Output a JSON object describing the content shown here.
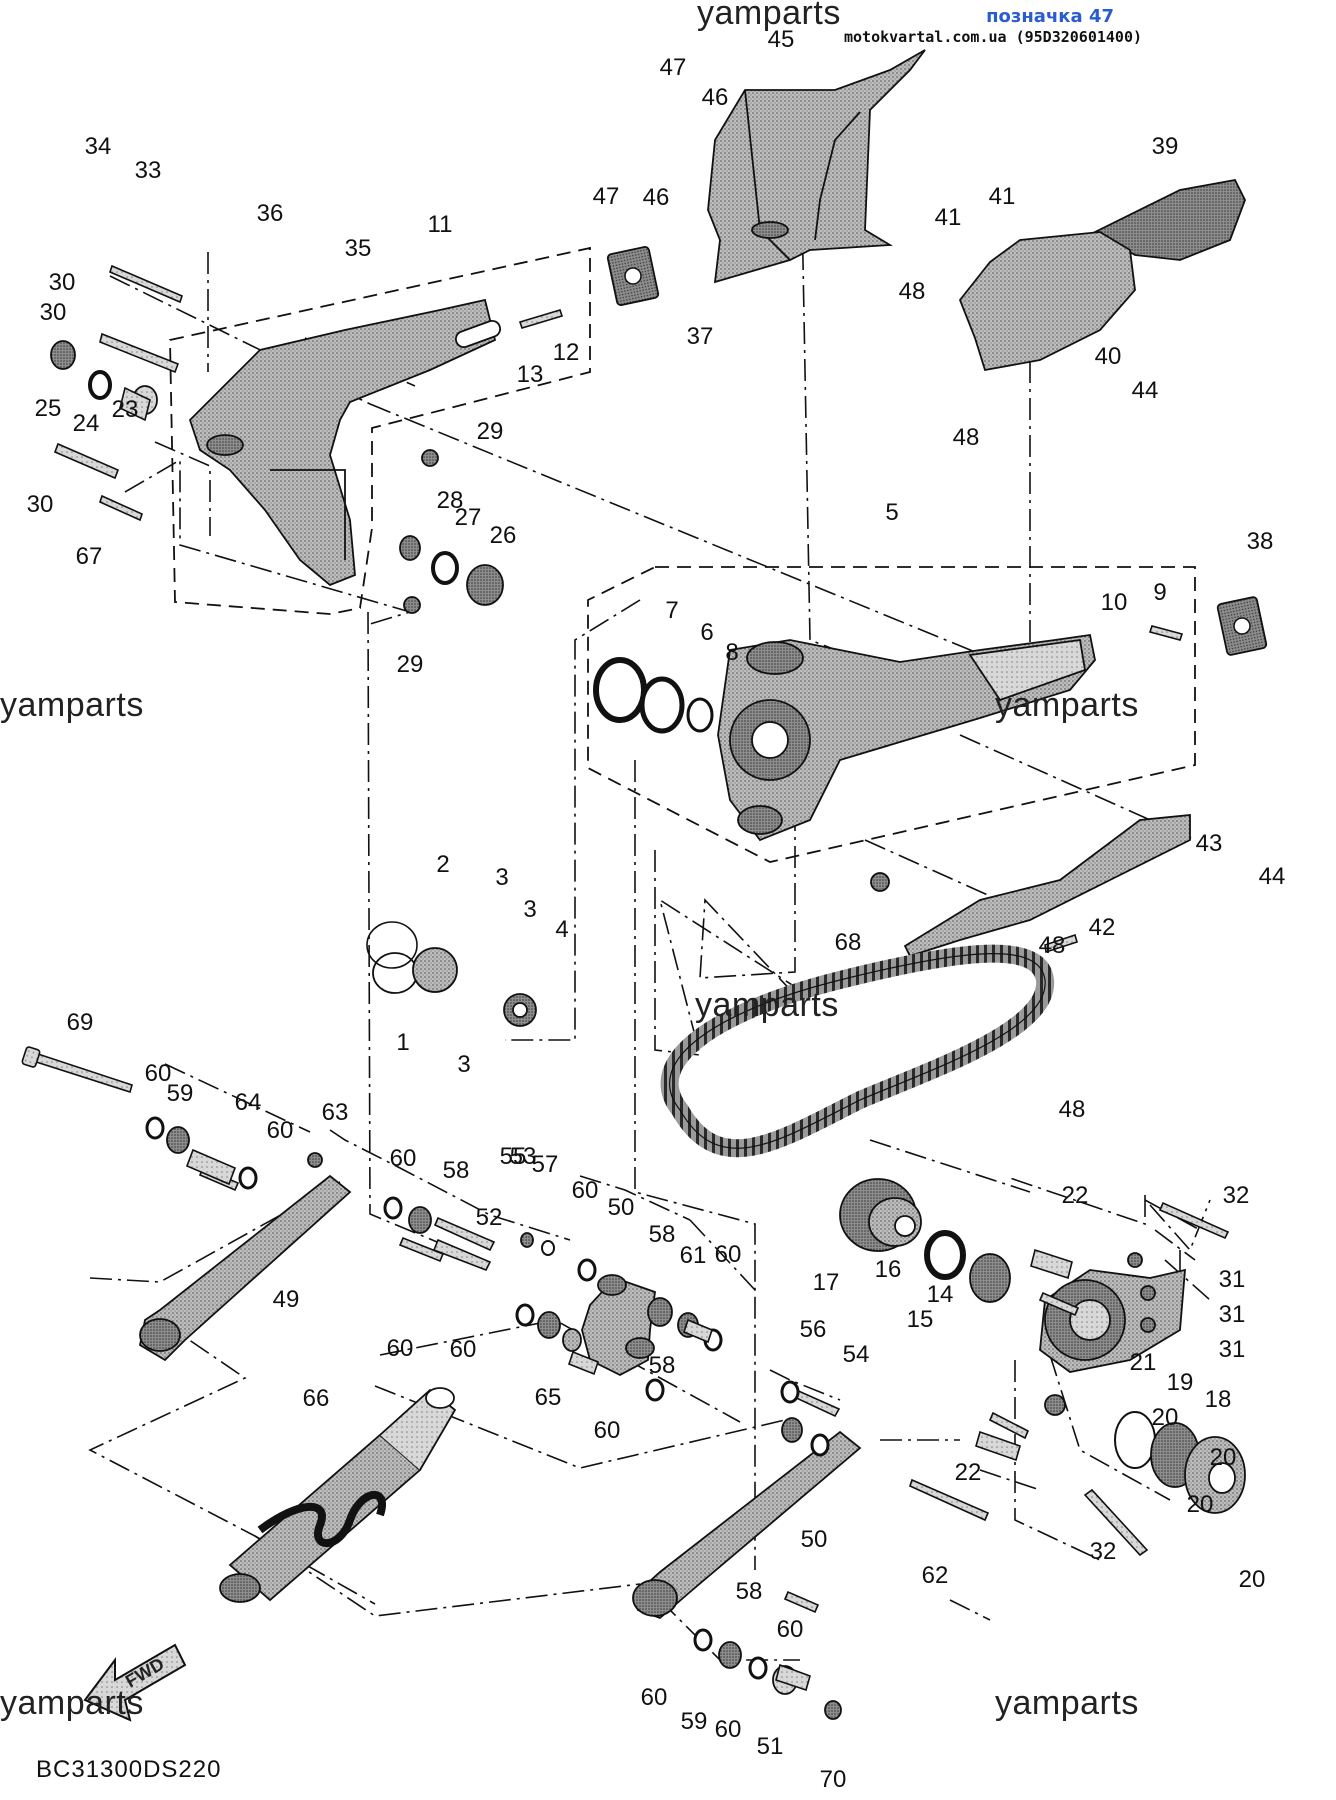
{
  "header": {
    "label": "позначка 47",
    "source": "motokvartal.com.ua (95D320601400)"
  },
  "watermark": "yamparts",
  "diagram_code": "BC31300DS220",
  "fwd_label": "FWD",
  "parts": [
    {
      "n": "1"
    },
    {
      "n": "2"
    },
    {
      "n": "3"
    },
    {
      "n": "3"
    },
    {
      "n": "3"
    },
    {
      "n": "4"
    },
    {
      "n": "5"
    },
    {
      "n": "6"
    },
    {
      "n": "7"
    },
    {
      "n": "8"
    },
    {
      "n": "9"
    },
    {
      "n": "10"
    },
    {
      "n": "11"
    },
    {
      "n": "12"
    },
    {
      "n": "13"
    },
    {
      "n": "14"
    },
    {
      "n": "15"
    },
    {
      "n": "16"
    },
    {
      "n": "17"
    },
    {
      "n": "18"
    },
    {
      "n": "19"
    },
    {
      "n": "20"
    },
    {
      "n": "20"
    },
    {
      "n": "20"
    },
    {
      "n": "20"
    },
    {
      "n": "21"
    },
    {
      "n": "22"
    },
    {
      "n": "22"
    },
    {
      "n": "23"
    },
    {
      "n": "24"
    },
    {
      "n": "25"
    },
    {
      "n": "26"
    },
    {
      "n": "27"
    },
    {
      "n": "28"
    },
    {
      "n": "29"
    },
    {
      "n": "29"
    },
    {
      "n": "30"
    },
    {
      "n": "30"
    },
    {
      "n": "30"
    },
    {
      "n": "31"
    },
    {
      "n": "31"
    },
    {
      "n": "31"
    },
    {
      "n": "32"
    },
    {
      "n": "32"
    },
    {
      "n": "33"
    },
    {
      "n": "34"
    },
    {
      "n": "35"
    },
    {
      "n": "36"
    },
    {
      "n": "37"
    },
    {
      "n": "38"
    },
    {
      "n": "39"
    },
    {
      "n": "40"
    },
    {
      "n": "41"
    },
    {
      "n": "41"
    },
    {
      "n": "42"
    },
    {
      "n": "43"
    },
    {
      "n": "44"
    },
    {
      "n": "44"
    },
    {
      "n": "45"
    },
    {
      "n": "46"
    },
    {
      "n": "46"
    },
    {
      "n": "47"
    },
    {
      "n": "47"
    },
    {
      "n": "48"
    },
    {
      "n": "48"
    },
    {
      "n": "48"
    },
    {
      "n": "48"
    },
    {
      "n": "49"
    },
    {
      "n": "50"
    },
    {
      "n": "50"
    },
    {
      "n": "51"
    },
    {
      "n": "52"
    },
    {
      "n": "53"
    },
    {
      "n": "54"
    },
    {
      "n": "55"
    },
    {
      "n": "56"
    },
    {
      "n": "57"
    },
    {
      "n": "58"
    },
    {
      "n": "58"
    },
    {
      "n": "58"
    },
    {
      "n": "58"
    },
    {
      "n": "59"
    },
    {
      "n": "59"
    },
    {
      "n": "60"
    },
    {
      "n": "60"
    },
    {
      "n": "60"
    },
    {
      "n": "60"
    },
    {
      "n": "60"
    },
    {
      "n": "60"
    },
    {
      "n": "60"
    },
    {
      "n": "60"
    },
    {
      "n": "60"
    },
    {
      "n": "60"
    },
    {
      "n": "60"
    },
    {
      "n": "61"
    },
    {
      "n": "62"
    },
    {
      "n": "63"
    },
    {
      "n": "64"
    },
    {
      "n": "65"
    },
    {
      "n": "66"
    },
    {
      "n": "67"
    },
    {
      "n": "68"
    },
    {
      "n": "69"
    },
    {
      "n": "70"
    }
  ]
}
